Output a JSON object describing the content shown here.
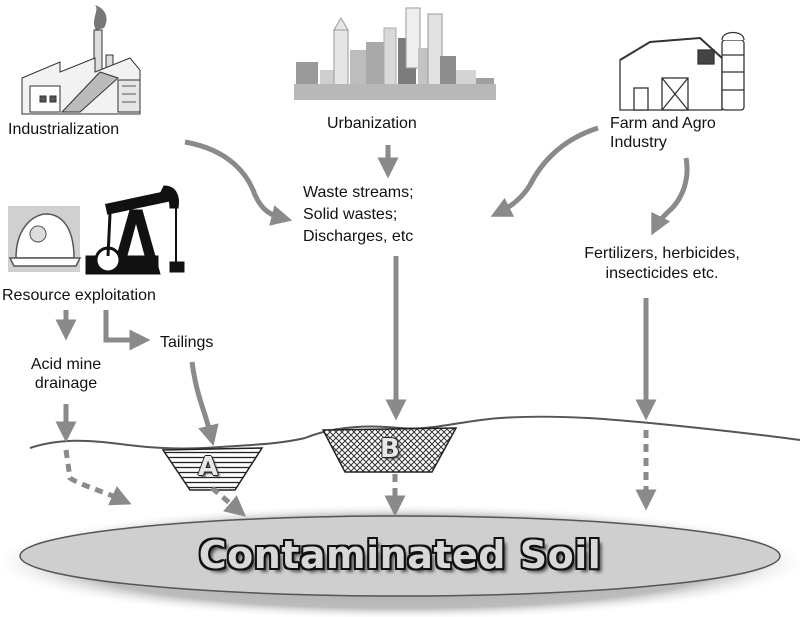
{
  "sources": {
    "industrialization": "Industrialization",
    "urbanization": "Urbanization",
    "farm_line1": "Farm and Agro",
    "farm_line2": "Industry",
    "resource_exploitation": "Resource exploitation"
  },
  "pathways": {
    "waste_line1": "Waste streams;",
    "waste_line2": "Solid wastes;",
    "waste_line3": "Discharges, etc",
    "fert_line1": "Fertilizers, herbicides,",
    "fert_line2": "insecticides etc.",
    "tailings": "Tailings",
    "acid_line1": "Acid mine",
    "acid_line2": "drainage"
  },
  "pits": {
    "a": "A",
    "b": "B"
  },
  "sink": {
    "label": "Contaminated Soil"
  },
  "colors": {
    "arrow": "#8a8a8a",
    "ground_line": "#555555",
    "soil_fill": "#c9c9c9",
    "text": "#111111"
  }
}
